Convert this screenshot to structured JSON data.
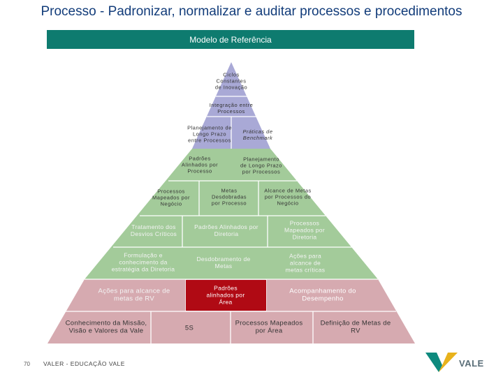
{
  "header": {
    "title": "Processo - Padronizar, normalizar e auditar processos e procedimentos",
    "banner": "Modelo de Referência"
  },
  "colors": {
    "band_blue": "#a9a9d6",
    "band_green": "#a3cb9a",
    "band_pink": "#d6aab0",
    "highlight": "#b00a14",
    "banner": "#0e7b6f"
  },
  "pyramid": {
    "blue": [
      "Ciclos\nConstantes\nde Inovação",
      "Integração entre\nProcessos",
      "Planejamento de\nLongo Prazo\nentre Processos",
      "Práticas de\nBenchmark"
    ],
    "green": [
      "Padrões\nAlinhados por\nProcesso",
      "Planejamento\nde Longo Prazo\npor Processos",
      "Processos\nMapeados por\nNegócio",
      "Metas\nDesdobradas\npor Processo",
      "Alcance de Metas\npor Processos do\nNegócio",
      "Tratamento dos\nDesvios Críticos",
      "Padrões Alinhados por\nDiretoria",
      "Processos\nMapeados por\nDiretoria",
      "Formulação e\nconhecimento da\nestratégia da Diretoria",
      "Desdobramento de\nMetas",
      "Ações para\nalcance de\nmetas críticas"
    ],
    "pink": [
      "Ações para alcance de\nmetas de RV",
      "Padrões\nalinhados por\nÁrea",
      "Acompanhamento do\nDesempenho",
      "Conhecimento da Missão,\nVisão e Valores da Vale",
      "5S",
      "Processos Mapeados\npor Área",
      "Definição de Metas de\nRV"
    ]
  },
  "footer": {
    "page_number": "70",
    "text": "VALER - EDUCAÇÃO VALE",
    "logo_text": "VALE"
  }
}
